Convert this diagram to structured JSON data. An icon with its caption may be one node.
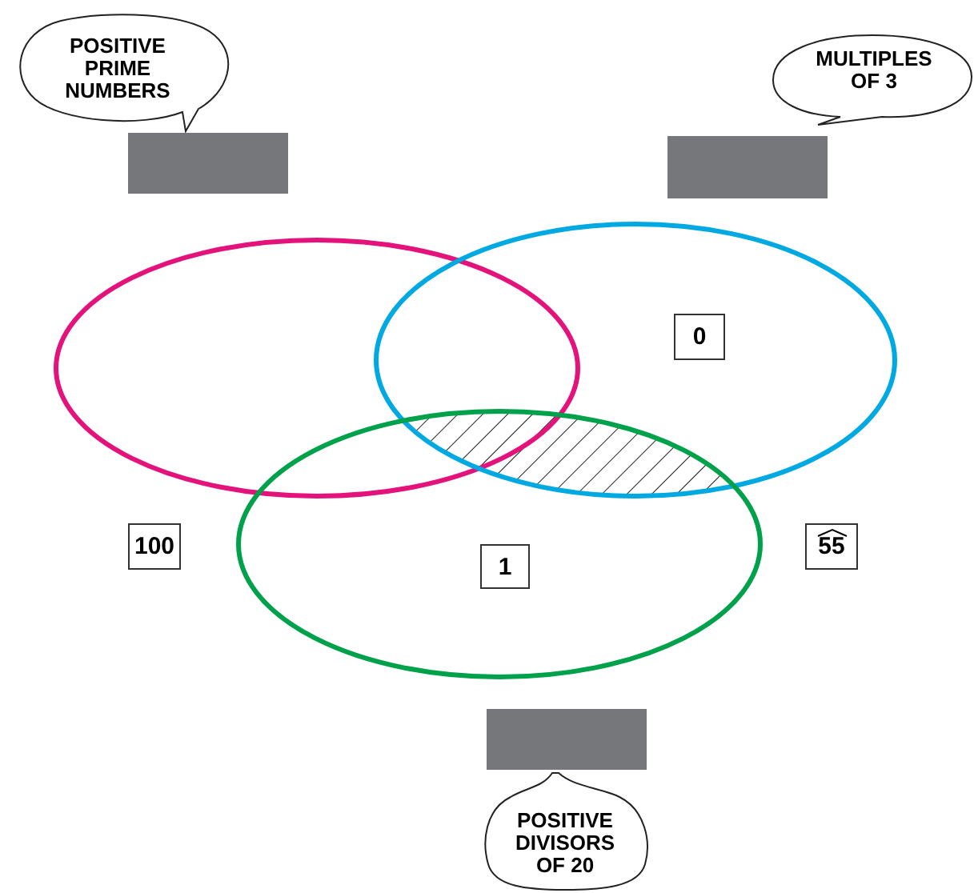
{
  "diagram": {
    "nodes": [
      {
        "text": [
          "POSITIVE PRIME NUMBERS"
        ]
      },
      {
        "text": [],
        "shape": "bar"
      },
      {
        "text": [
          "MULTIPLES OF 3"
        ]
      },
      {
        "text": [],
        "shape": "bar"
      },
      {
        "text": [],
        "shape": "ellipse"
      },
      {
        "text": [],
        "shape": "ellipse"
      },
      {
        "text": [
          "0"
        ],
        "in": 5
      },
      {
        "text": [],
        "shape": "ellipse"
      },
      {
        "text": [
          "100"
        ]
      },
      {
        "text": [
          "1"
        ],
        "in": 7
      },
      {
        "text": [
          "55"
        ]
      },
      {
        "text": [],
        "shape": "bar"
      },
      {
        "text": [
          "POSITIVE DIVISORS OF 20"
        ]
      },
      {
        "text": [],
        "shape": "hatching"
      }
    ],
    "edges": []
  }
}
